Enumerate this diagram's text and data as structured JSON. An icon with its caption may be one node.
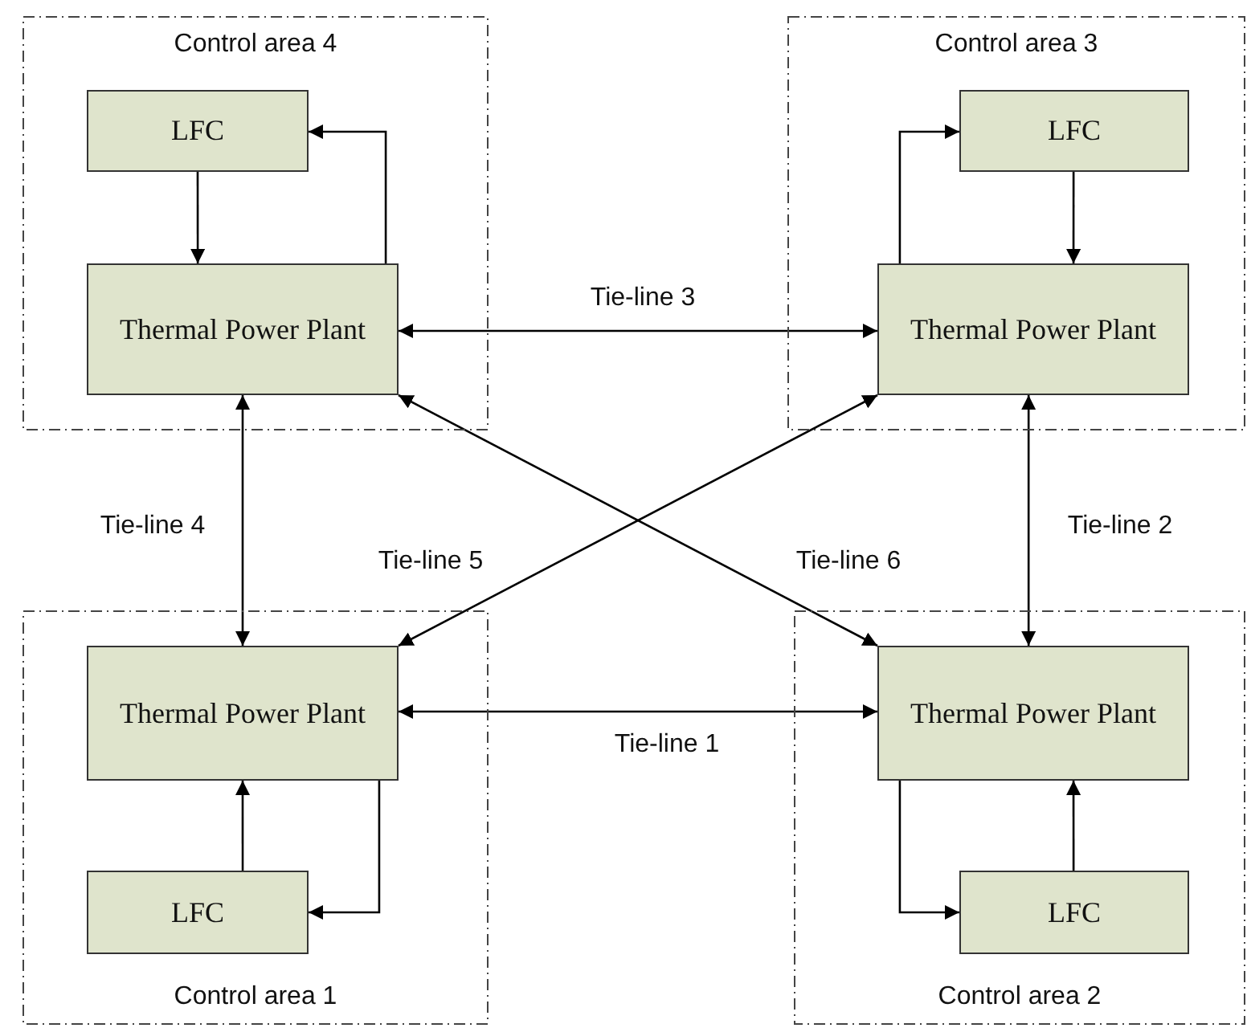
{
  "diagram": {
    "nodes": [
      {
        "text": [
          "Control area 4"
        ]
      },
      {
        "text": [
          "LFC"
        ],
        "in": 0
      },
      {
        "text": [
          "Thermal Power Plant"
        ],
        "in": 0
      },
      {
        "text": [
          "Control area 3"
        ]
      },
      {
        "text": [
          "LFC"
        ],
        "in": 3
      },
      {
        "text": [
          "Thermal Power Plant"
        ],
        "in": 3
      },
      {
        "text": [
          "Control area 1"
        ]
      },
      {
        "text": [
          "Thermal Power Plant"
        ],
        "in": 6
      },
      {
        "text": [
          "LFC"
        ],
        "in": 6
      },
      {
        "text": [
          "Control area 2"
        ]
      },
      {
        "text": [
          "Thermal Power Plant"
        ],
        "in": 9
      },
      {
        "text": [
          "LFC"
        ],
        "in": 9
      }
    ],
    "edges": [
      {
        "from": 1,
        "to": 2,
        "arrow": "to"
      },
      {
        "from": 2,
        "to": 1,
        "arrow": "to"
      },
      {
        "from": 4,
        "to": 5,
        "arrow": "to"
      },
      {
        "from": 5,
        "to": 4,
        "arrow": "to"
      },
      {
        "from": 8,
        "to": 7,
        "arrow": "to"
      },
      {
        "from": 7,
        "to": 8,
        "arrow": "to"
      },
      {
        "from": 11,
        "to": 10,
        "arrow": "to"
      },
      {
        "from": 10,
        "to": 11,
        "arrow": "to"
      },
      {
        "from": 2,
        "to": 5,
        "arrow": "both",
        "label": "Tie-line 3"
      },
      {
        "from": 2,
        "to": 7,
        "arrow": "both",
        "label": "Tie-line 4"
      },
      {
        "from": 5,
        "to": 10,
        "arrow": "both",
        "label": "Tie-line 2"
      },
      {
        "from": 7,
        "to": 10,
        "arrow": "both",
        "label": "Tie-line 1"
      },
      {
        "from": 7,
        "to": 5,
        "arrow": "both",
        "label": "Tie-line 5"
      },
      {
        "from": 2,
        "to": 10,
        "arrow": "both",
        "label": "Tie-line 6"
      }
    ]
  }
}
